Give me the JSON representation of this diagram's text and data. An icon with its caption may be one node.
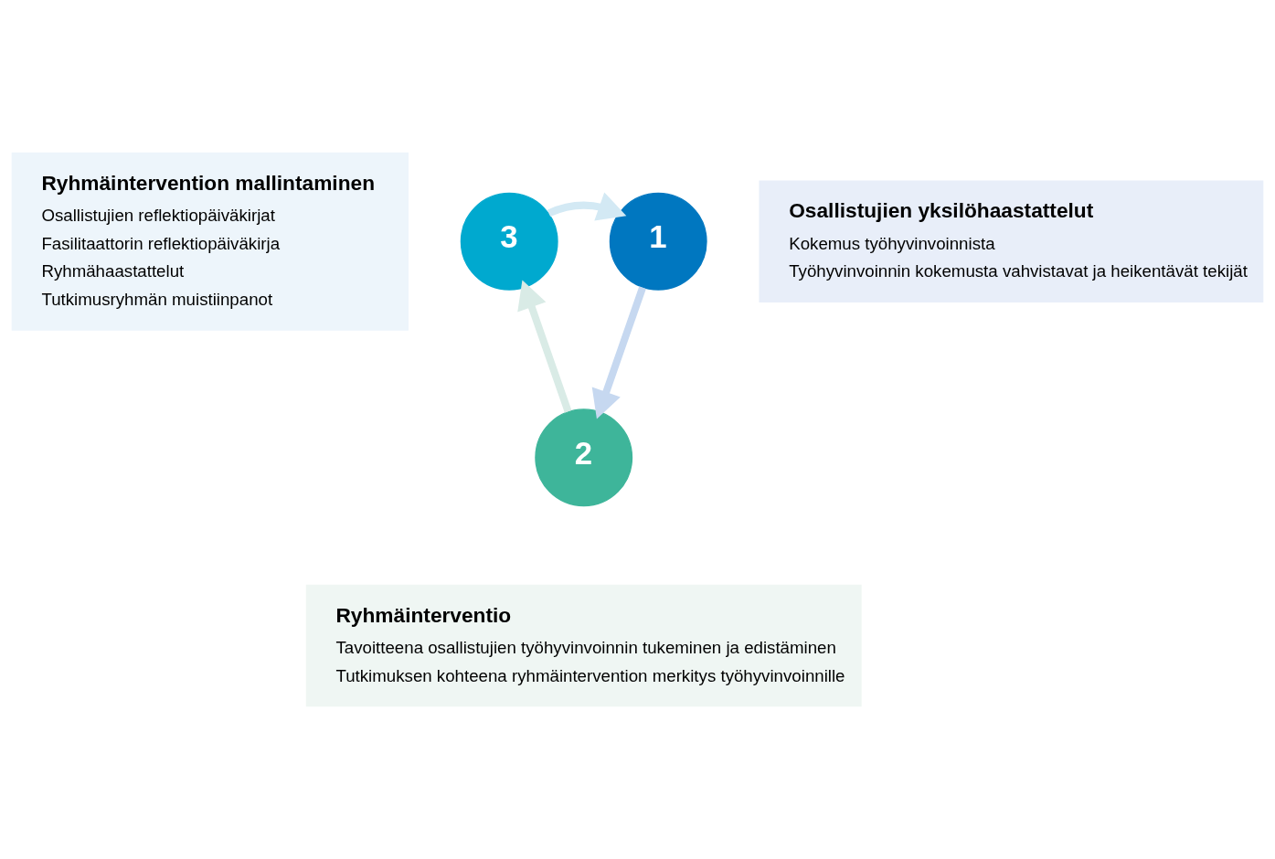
{
  "diagram": {
    "nodes": [
      {
        "text": [
          "1"
        ]
      },
      {
        "text": [
          "Osallistujien yksilöhaastattelut",
          "Kokemus työhyvinvoinnista",
          "Työhyvinvoinnin kokemusta vahvistavat ja heikentävät tekijät"
        ]
      },
      {
        "text": [
          "2"
        ]
      },
      {
        "text": [
          "Ryhmäinterventio",
          "Tavoitteena osallistujien työhyvinvoinnin tukeminen ja edistäminen",
          "Tutkimuksen kohteena ryhmäintervention merkitys työhyvinvoinnille"
        ]
      },
      {
        "text": [
          "3"
        ]
      },
      {
        "text": [
          "Ryhmäintervention mallintaminen",
          "Osallistujien reflektiopäiväkirjat",
          "Fasilitaattorin reflektiopäiväkirja",
          "Ryhmähaastattelut",
          "Tutkimusryhmän muistiinpanot"
        ]
      }
    ],
    "edges": [
      {
        "from": 4,
        "to": 0,
        "arrow": "to",
        "color": "#d3e9f4"
      },
      {
        "from": 0,
        "to": 2,
        "arrow": "to",
        "color": "#c6d8f0"
      },
      {
        "from": 2,
        "to": 4,
        "arrow": "to",
        "color": "#d9ebe6"
      }
    ]
  }
}
